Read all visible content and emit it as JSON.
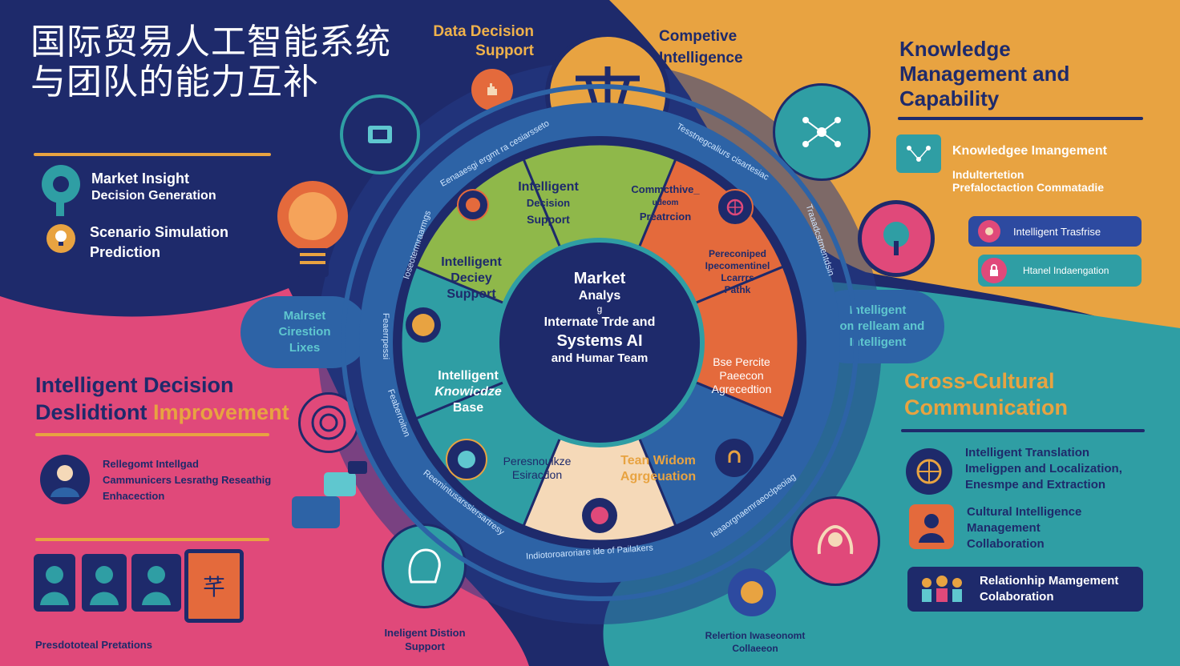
{
  "title_cn": [
    "国际贸易人工智能系统",
    "与团队的能力互补"
  ],
  "colors": {
    "navy": "#1e2a6b",
    "orange": "#e8a341",
    "pink": "#e0497a",
    "teal": "#2f9ea4",
    "green": "#8fb84a",
    "red_orange": "#e46a3c",
    "peach": "#f5d9b8",
    "ring_blue": "#2d63a6"
  },
  "top_labels": {
    "data_decision": [
      "Data Decision",
      "Support"
    ],
    "competitive": [
      "Competive",
      "Intelligence"
    ]
  },
  "left_top": {
    "items": [
      {
        "icon": "gear-head-icon",
        "lines": [
          "Market Insight",
          "Decision Generation"
        ]
      },
      {
        "icon": "lightbulb-icon",
        "lines": [
          "Scenario Simulation",
          "Prediction"
        ]
      }
    ]
  },
  "left_mid": {
    "title_a": "Intelligent Decision",
    "title_b1": "Deslidtiont",
    "title_b2": "Improvement",
    "person_lines": [
      "Rellegomt Intellgad",
      "Cammunicers Lesrathg Reseathig",
      "Enhacection"
    ],
    "market_bubble": [
      "Malrset",
      "Cirestion",
      "Lixes"
    ]
  },
  "left_bottom": {
    "footer": "Presdototeal Pretations",
    "avatar_glyph": "芊"
  },
  "right_top": {
    "title": [
      "Knowledge",
      "Management  and",
      "Capability"
    ],
    "km_title": "Knowledgee Imangement",
    "km_lines": [
      "Indultertetion",
      "Prefaloctaction Commatadie"
    ],
    "btn1": "Intelligent Trasfrise",
    "btn2": "Htanel Indaengation"
  },
  "right_bubble": [
    "Intelligent",
    "Comrelleam and",
    "Intelligent"
  ],
  "right_bottom": {
    "title": [
      "Cross-Cultural",
      "Communication"
    ],
    "items": [
      {
        "icon": "globe-compass-icon",
        "lines": [
          "Intelligent Translation",
          "Imeligpen and Localization,",
          "Enesmpe and Extraction"
        ]
      },
      {
        "icon": "person-icon",
        "lines": [
          "Cultural Intelligence",
          "Management",
          "Collaboration"
        ]
      },
      {
        "icon": "team-icon",
        "lines": [
          "Relationhip Mamgement",
          "Colaboration"
        ]
      }
    ],
    "footer": [
      "Relertion Iwaseonomt",
      "Collaeeon"
    ]
  },
  "bottom_center": [
    "Ineligent Distion",
    "Support"
  ],
  "wheel": {
    "center": [
      "Market",
      "Analys",
      "g",
      "Internate Trde and",
      "Systems AI",
      "and Humar Team"
    ],
    "segments": [
      {
        "name": "intelligent-decision-support-top",
        "lines": [
          "Intelligent",
          "Decision",
          "Support"
        ]
      },
      {
        "name": "competitive-prediction",
        "lines": [
          "Commcthive_",
          "udeom",
          "Preatrcion"
        ]
      },
      {
        "name": "personal-learning-path",
        "lines": [
          "Pereconiped",
          "Ipecomentinel",
          "Lcarrrs",
          "Pathk"
        ]
      },
      {
        "name": "base-practice-aggregation",
        "lines": [
          "Bse Percite",
          "Paeecon",
          "Agrecedtion"
        ]
      },
      {
        "name": "team-wisdom-aggregation",
        "lines": [
          "Tean Widom",
          "Agrgeuation"
        ]
      },
      {
        "name": "personalize-extraction",
        "lines": [
          "Peresnoulkze",
          "Esiracdon"
        ]
      },
      {
        "name": "intelligent-knowledge-base",
        "lines": [
          "Intelligent",
          "Knowicdze",
          "Base"
        ]
      },
      {
        "name": "intelligent-decision-support-left",
        "lines": [
          "Intelligent",
          "Deciey",
          "Support"
        ]
      }
    ],
    "ring_labels": {
      "top_left": "Eenaaesgi ergmt ra cesiarsseto",
      "top_right": "Tesstnegcaliurs cisartesiac",
      "right": "Traaadcstmentdsin",
      "left": "Feaerrpessi",
      "left_lower": "Feaberroiton",
      "bottom_left": "Reemintusarssiersartresy",
      "bottom": "Indiotoroaroriare ide of Pailakers",
      "bottom_right": "Ieaaorgnaemraeoclpeoiag",
      "left_upper": "Ioseotermraarmgs"
    }
  }
}
